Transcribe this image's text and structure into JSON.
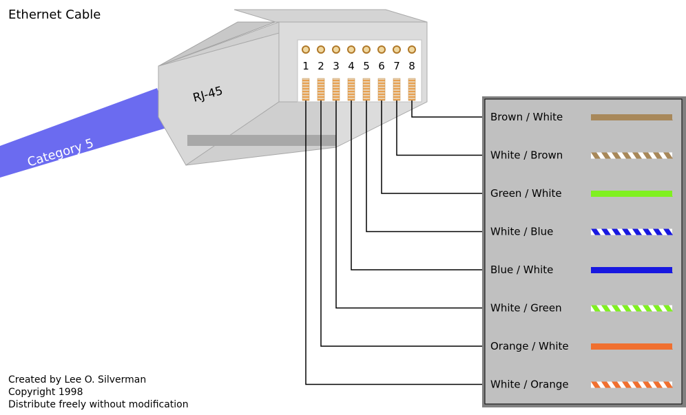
{
  "title": "Ethernet Cable",
  "connector_label": "RJ-45",
  "cable_label": "Category 5",
  "pins": [
    "1",
    "2",
    "3",
    "4",
    "5",
    "6",
    "7",
    "8"
  ],
  "wires": [
    {
      "pin": 8,
      "label": "Brown / White",
      "color": "#a8885a",
      "base": "#a8885a"
    },
    {
      "pin": 7,
      "label": "White / Brown",
      "color": "#a8885a",
      "base": "#ffffff"
    },
    {
      "pin": 6,
      "label": "Green / White",
      "color": "#80f020",
      "base": "#80f020"
    },
    {
      "pin": 5,
      "label": "White / Blue",
      "color": "#1818e0",
      "base": "#ffffff"
    },
    {
      "pin": 4,
      "label": "Blue / White",
      "color": "#1818e0",
      "base": "#1818e0"
    },
    {
      "pin": 3,
      "label": "White / Green",
      "color": "#80f020",
      "base": "#ffffff"
    },
    {
      "pin": 2,
      "label": "Orange / White",
      "color": "#f07030",
      "base": "#f07030"
    },
    {
      "pin": 1,
      "label": "White / Orange",
      "color": "#f07030",
      "base": "#ffffff"
    }
  ],
  "credits": [
    "Created by Lee O. Silverman",
    "Copyright 1998",
    "Distribute freely without modification"
  ],
  "colors": {
    "cable": "#6b6bf0",
    "connector_body": "#d8d8d8",
    "connector_dark": "#a8a8a8",
    "legend_panel": "#c0c0c0",
    "contact": "#e8b060"
  }
}
